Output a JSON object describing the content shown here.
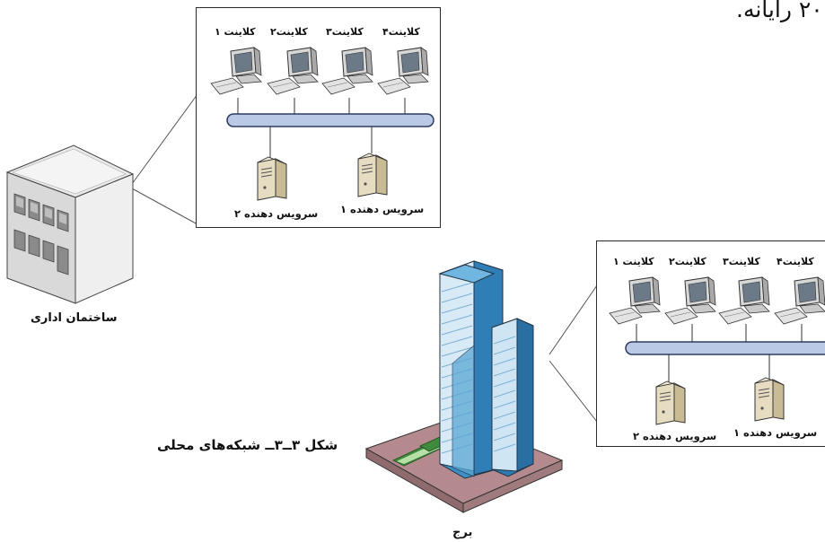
{
  "top_fragment": "۲۰ رایانه.",
  "network_a": {
    "clients": [
      "کلاینت ۱",
      "کلاینت۲",
      "کلاینت۳",
      "کلاینت۴"
    ],
    "servers": [
      "سرویس دهنده ۲",
      "سرویس دهنده ۱"
    ]
  },
  "network_b": {
    "clients": [
      "کلاینت ۱",
      "کلاینت۲",
      "کلاینت۳",
      "کلاینت۴"
    ],
    "servers": [
      "سرویس دهنده ۲",
      "سرویس دهنده ۱"
    ]
  },
  "office_label": "ساختمان اداری",
  "tower_label": "برج",
  "caption": "شکل ۳ــ۳ــ شبکه‌های محلی",
  "colors": {
    "bus": "#b9c9e6",
    "bus_stroke": "#2d3b5e",
    "server_face": "#e6dcc2",
    "tower_blue": "#3f8fc4",
    "base_plate": "#b48a8e"
  }
}
